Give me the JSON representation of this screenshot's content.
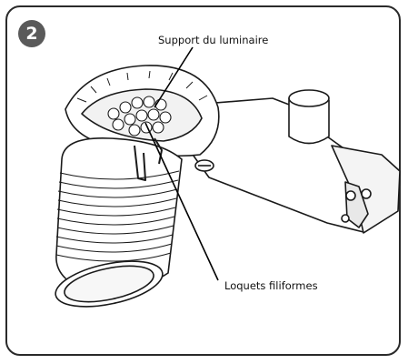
{
  "step": {
    "number": "2"
  },
  "callouts": {
    "fixture_support": "Support du luminaire",
    "wire_latches": "Loquets filiformes"
  }
}
